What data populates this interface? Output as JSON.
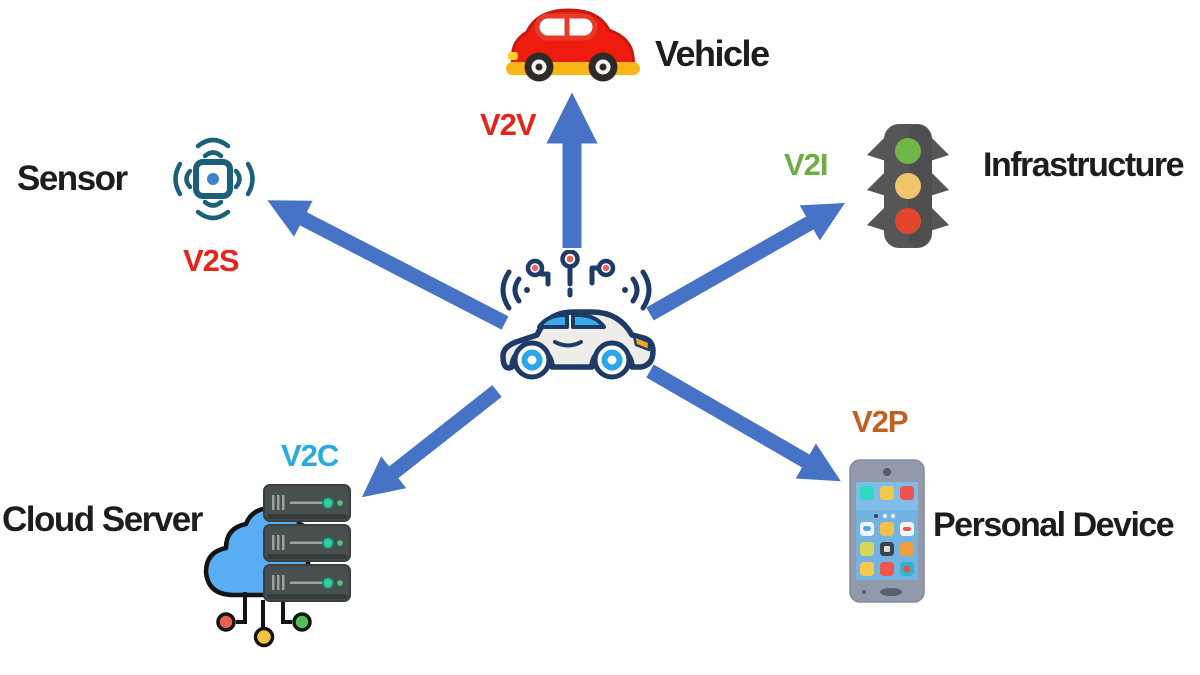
{
  "diagram": {
    "background": "#ffffff",
    "arrow_color": "#4673c5",
    "label_color": "#1d1d1f",
    "center": {
      "icon": "connected-car-icon"
    },
    "nodes": {
      "vehicle": {
        "label": "Vehicle",
        "link": "V2V",
        "link_color": "#e8231a",
        "icon": "red-car-icon"
      },
      "sensor": {
        "label": "Sensor",
        "link": "V2S",
        "link_color": "#e8231a",
        "icon": "sensor-icon"
      },
      "infrastructure": {
        "label": "Infrastructure",
        "link": "V2I",
        "link_color": "#6fae44",
        "icon": "traffic-light-icon"
      },
      "cloud_server": {
        "label": "Cloud Server",
        "link": "V2C",
        "link_color": "#29abe2",
        "icon": "cloud-server-icon"
      },
      "personal_device": {
        "label": "Personal Device",
        "link": "V2P",
        "link_color": "#bf6123",
        "icon": "smartphone-icon"
      }
    }
  }
}
